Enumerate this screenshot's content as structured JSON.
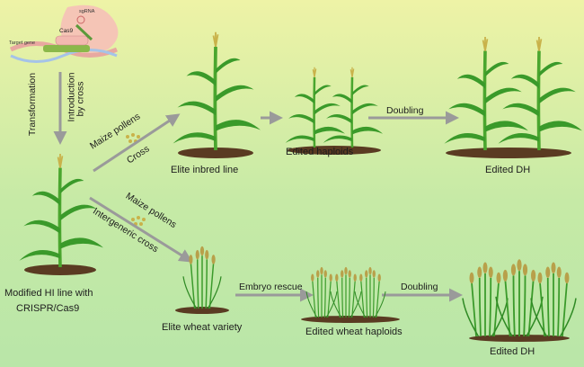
{
  "colors": {
    "arrow": "#9a9a9a",
    "leaf": "#3a9a2a",
    "stem": "#4aa62e",
    "soil": "#5a3b22",
    "wheat_head": "#b8a04a",
    "pollen": "#c9b24a",
    "dna_pink": "#e8a8a0",
    "cas9": "#f3b9b0"
  },
  "icons": [
    "crispr-cas9-icon",
    "maize-plant-icon",
    "wheat-plant-icon",
    "pollen-icon",
    "arrow-icon"
  ],
  "inset": {
    "sgrna": "sgRNA",
    "cas9": "Cas9",
    "target_gene": "Target gene"
  },
  "labels": {
    "transformation": "Transformation",
    "intro_line1": "Introduction",
    "intro_line2": "by cross",
    "maize_pollens_top": "Maize pollens",
    "cross": "Cross",
    "maize_pollens_bottom": "Maize pollens",
    "intergeneric_cross": "Intergeneric cross",
    "doubling_top": "Doubling",
    "embryo_rescue": "Embryo rescue",
    "doubling_bottom": "Doubling"
  },
  "captions": {
    "modified_line1": "Modified HI line with",
    "modified_line2": "CRISPR/Cas9",
    "elite_inbred": "Elite inbred line",
    "edited_haploids": "Edited haploids",
    "edited_dh_top": "Edited DH",
    "elite_wheat": "Elite wheat variety",
    "edited_wheat_haploids": "Edited wheat haploids",
    "edited_dh_bottom": "Edited DH"
  }
}
